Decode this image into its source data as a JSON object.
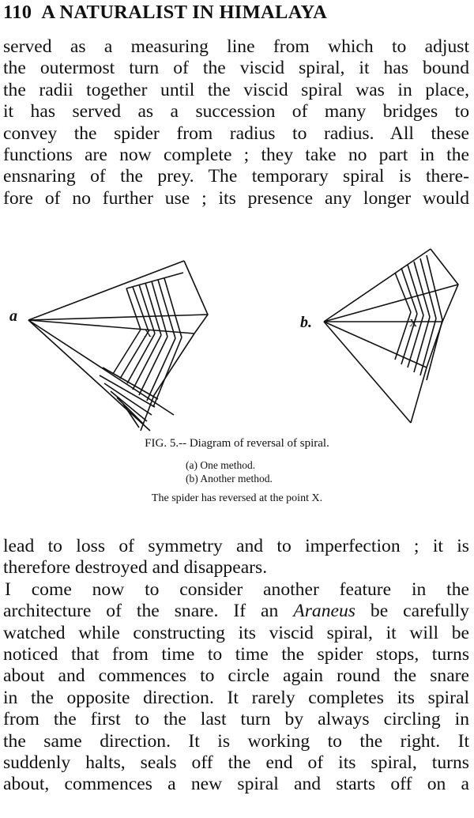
{
  "header": {
    "page_number": "110",
    "running_title": "A NATURALIST IN HIMALAYA"
  },
  "paragraph1_lines": [
    "served as a measuring line from which to adjust",
    "the outermost turn of the viscid spiral, it has bound",
    "the radii together until the viscid spiral was in place,",
    "it has served as a succession of many bridges to",
    "convey the spider from radius to radius. All these",
    "functions are now complete ; they take no part in the",
    "ensnaring of the prey. The temporary spiral is there-",
    "fore of no further use ; its presence any longer would"
  ],
  "figure": {
    "label_a": "a",
    "label_b": "b.",
    "point_label_a": "X",
    "point_label_b": "X",
    "caption_title": "FIG. 5.-- Diagram of reversal of spiral.",
    "caption_a": "(a) One method.",
    "caption_b": "(b) Another method.",
    "caption_note": "The spider has reversed at the point X."
  },
  "paragraph2_lines": [
    "lead to loss of symmetry and to imperfection ; it is",
    "therefore destroyed and disappears."
  ],
  "paragraph3_lines": [
    "I come now to consider another feature in the",
    "architecture of the snare. If an Araneus be carefully",
    "watched while constructing its viscid spiral, it will be",
    "noticed that from time to time the spider stops, turns",
    "about and commences to circle again round the snare",
    "in the opposite direction. It rarely completes its spiral",
    "from the first to the last turn by always circling in",
    "the same direction. It is working to the right. It",
    "suddenly halts, seals off the end of its spiral, turns",
    "about, commences a new spiral and starts off on a"
  ]
}
